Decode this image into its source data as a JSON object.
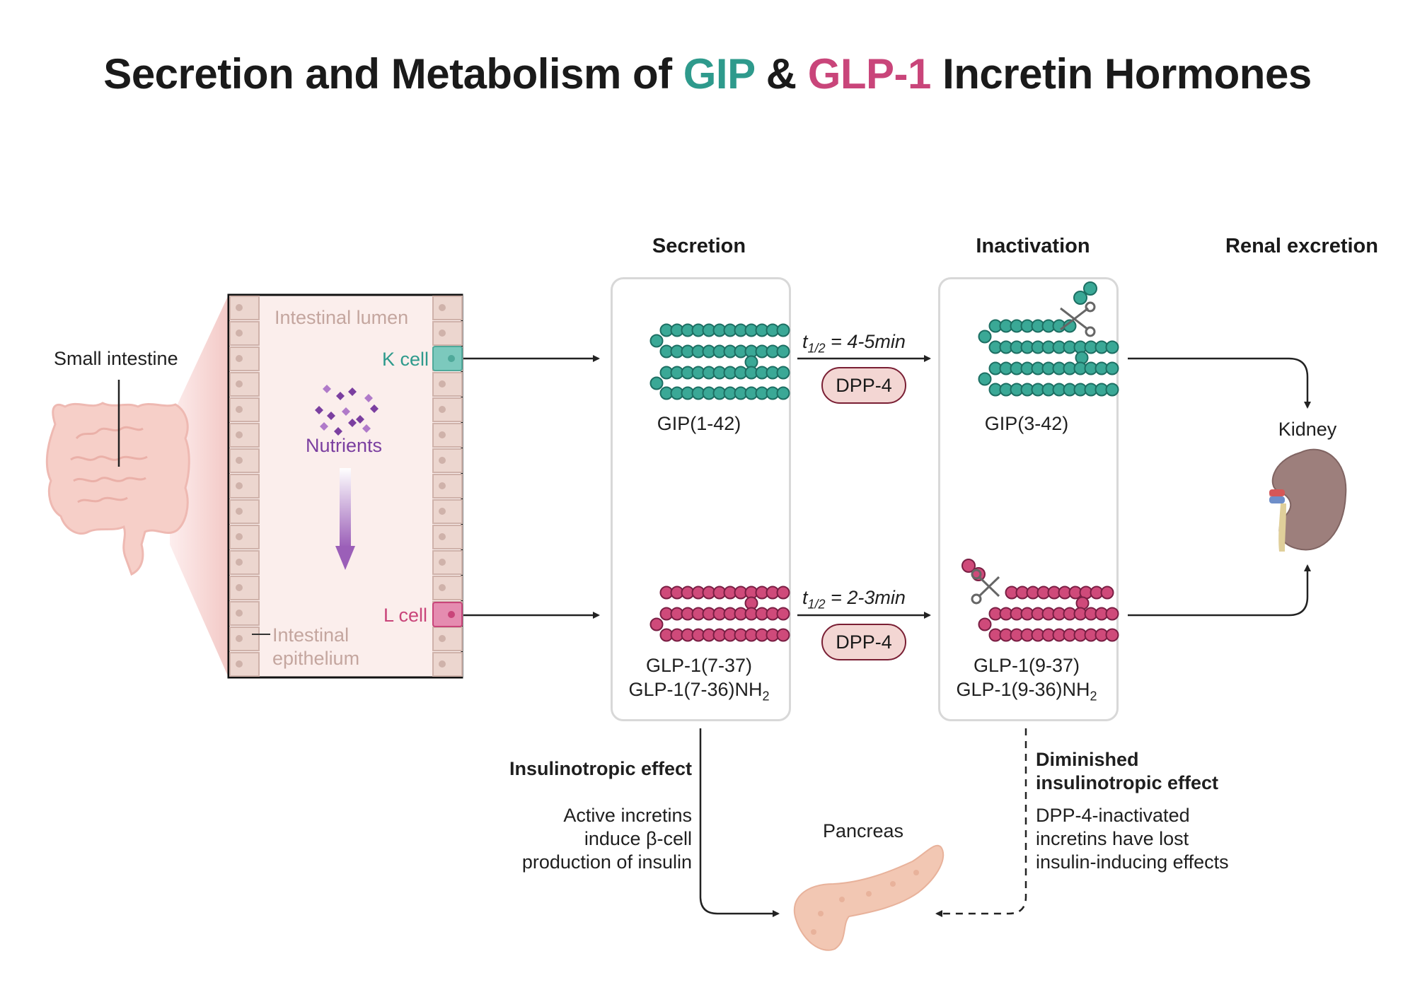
{
  "title": {
    "part1": "Secretion and Metabolism of ",
    "gip": "GIP",
    "amp": " & ",
    "glp": "GLP-1",
    "part2": " Incretin Hormones"
  },
  "colors": {
    "gip": "#2e9a8c",
    "glp": "#c9457a",
    "nutrients": "#7b3fa0",
    "tissue": "#f4d4d0"
  },
  "headers": {
    "secretion": "Secretion",
    "inactivation": "Inactivation",
    "renal": "Renal excretion"
  },
  "intestine": {
    "small_intestine": "Small intestine",
    "lumen": "Intestinal lumen",
    "k_cell": "K cell",
    "l_cell": "L cell",
    "nutrients": "Nutrients",
    "epithelium_line1": "Intestinal",
    "epithelium_line2": "epithelium"
  },
  "peptides": {
    "gip_active": "GIP(1-42)",
    "gip_inactive": "GIP(3-42)",
    "glp_active_1": "GLP-1(7-37)",
    "glp_active_2": "GLP-1(7-36)NH",
    "glp_inactive_1": "GLP-1(9-37)",
    "glp_inactive_2": "GLP-1(9-36)NH",
    "sub2": "2"
  },
  "halflife": {
    "t": "t",
    "sub": "1/2",
    "gip": " = 4-5min",
    "glp": " = 2-3min",
    "enzyme": "DPP-4"
  },
  "organs": {
    "kidney": "Kidney",
    "pancreas": "Pancreas"
  },
  "effects": {
    "active_title": "Insulinotropic effect",
    "active_lines": [
      "Active incretins",
      "induce β-cell",
      "production of insulin"
    ],
    "inactive_title_1": "Diminished",
    "inactive_title_2": "insulinotropic effect",
    "inactive_lines": [
      "DPP-4-inactivated",
      "incretins have lost",
      "insulin-inducing effects"
    ]
  },
  "icons": [
    "small-intestine-icon",
    "kidney-icon",
    "pancreas-icon",
    "scissors-icon",
    "nutrient-diamonds-icon"
  ]
}
